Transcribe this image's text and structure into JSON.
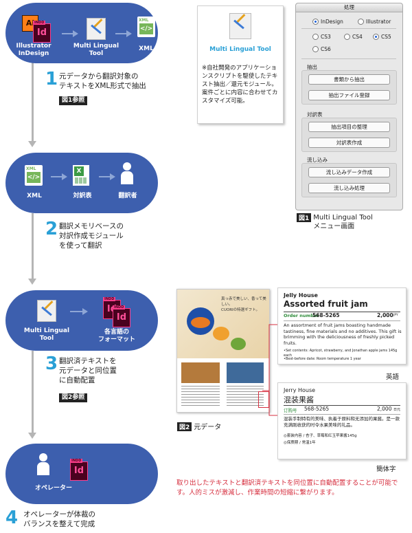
{
  "flow": {
    "row1": {
      "label1": "Illustrator\nInDesign",
      "label2": "Multi Lingual\nTool",
      "label3": "XML"
    },
    "row2": {
      "label1": "XML",
      "label2": "対訳表",
      "label3": "翻訳者"
    },
    "row3": {
      "label1": "Multi Lingual\nTool",
      "label2": "各言語の\nフォーマット"
    },
    "row4": {
      "label1": "オペレーター"
    }
  },
  "steps": [
    {
      "num": "1",
      "text": "元データから翻訳対象の\nテキストをXML形式で抽出",
      "tag": "図1参照"
    },
    {
      "num": "2",
      "text": "翻訳メモリベースの\n対訳作成モジュール\nを使って翻訳"
    },
    {
      "num": "3",
      "text": "翻訳済テキストを\n元データと同位置\nに自動配置",
      "tag": "図2参照"
    },
    {
      "num": "4",
      "text": "オペレーターが体裁の\nバランスを整えて完成"
    }
  ],
  "card": {
    "title": "Multi Lingual Tool",
    "desc": "※自社開発のアプリケーションスクリプトを駆使したテキスト抽出／還元モジュール。案件ごとに内容に合わせてカスタマイズ可能。"
  },
  "dialog": {
    "title": "処理",
    "app_options": [
      "InDesign",
      "Illustrator"
    ],
    "version_options": [
      "CS3",
      "CS4",
      "CS5",
      "CS6"
    ],
    "group_extract": "抽出",
    "btn_extract_from_book": "書類から抽出",
    "btn_register_extract": "抽出ファイル登録",
    "group_pair": "対訳表",
    "btn_organize": "抽出項目の整理",
    "btn_create_pair": "対訳表作成",
    "group_pour": "流し込み",
    "btn_create_pour": "流し込みデータ作成",
    "btn_pour": "流し込み処理"
  },
  "fig1": {
    "num": "図1",
    "caption": "Multi Lingual Tool\nメニュー画面"
  },
  "fig2": {
    "num": "図2",
    "caption": "元データ"
  },
  "leaflet": {
    "headline": "真っ赤で美しい、香って美しい。\nCUORIの特選ギフト。"
  },
  "en_box": {
    "brand": "Jelly House",
    "product": "Assorted fruit jam",
    "order_label": "Order number",
    "order_no": "568-5265",
    "price": "2,000",
    "currency": "JPY",
    "body": "An assortment of fruit jams boasting handmade tastiness, fine materials and no additives. This gift is brimming with the deliciousness of freshly picked fruits.",
    "note1": "•Set contents: Apricot, strawberry, and Jonathan apple jams 145g each",
    "note2": "•Best-before date: Room temperature 1 year",
    "lang": "英語"
  },
  "zh_box": {
    "brand": "Jerry House",
    "product": "混装果酱",
    "order_label": "订购号",
    "order_no": "568-5265",
    "price": "2,000",
    "currency": "日元",
    "body": "混装手制特有的美味、执着于原料和无添加的果酱。是一款充满刚收获的时令水果美味的礼品。",
    "note1": "◎套装内容 / 杏子、草莓和红玉苹果酱145g",
    "note2": "◎保质期 / 常温1年",
    "lang": "簡体字"
  },
  "footer_note": "取り出したテキストと翻訳済テキストを同位置に自動配置することが可能です。人的ミスが激減し、作業時間の短縮に繋がります。",
  "colors": {
    "pill": "#3d5fae",
    "step_num": "#2aa0d6",
    "note_red": "#d62e3e",
    "order_green": "#2e8b3a"
  }
}
